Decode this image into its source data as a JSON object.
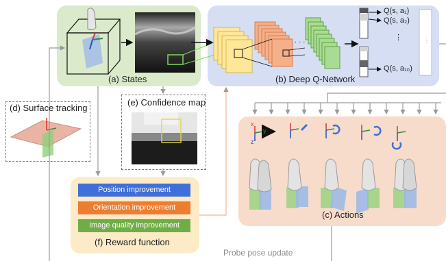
{
  "states": {
    "label": "(a) States"
  },
  "dqn": {
    "label": "(b) Deep Q-Network",
    "q_values": [
      "Q(s, a₁)",
      "Q(s, a₂)",
      "Q(s, a₁₀)"
    ],
    "ellipsis": "⋮"
  },
  "actions": {
    "label": "(c) Actions"
  },
  "surface_tracking": {
    "label": "(d) Surface tracking"
  },
  "confidence_map": {
    "label": "(e) Confidence map"
  },
  "reward": {
    "label": "(f) Reward function",
    "items": [
      "Position improvement",
      "Orientation  improvement",
      "Image quality  improvement"
    ],
    "colors": [
      "#3f6fd8",
      "#ed7d31",
      "#70ad47"
    ]
  },
  "footer": {
    "probe_update": "Probe pose update"
  },
  "axis_labels": {
    "x": "x",
    "y": "y",
    "z": "z"
  }
}
